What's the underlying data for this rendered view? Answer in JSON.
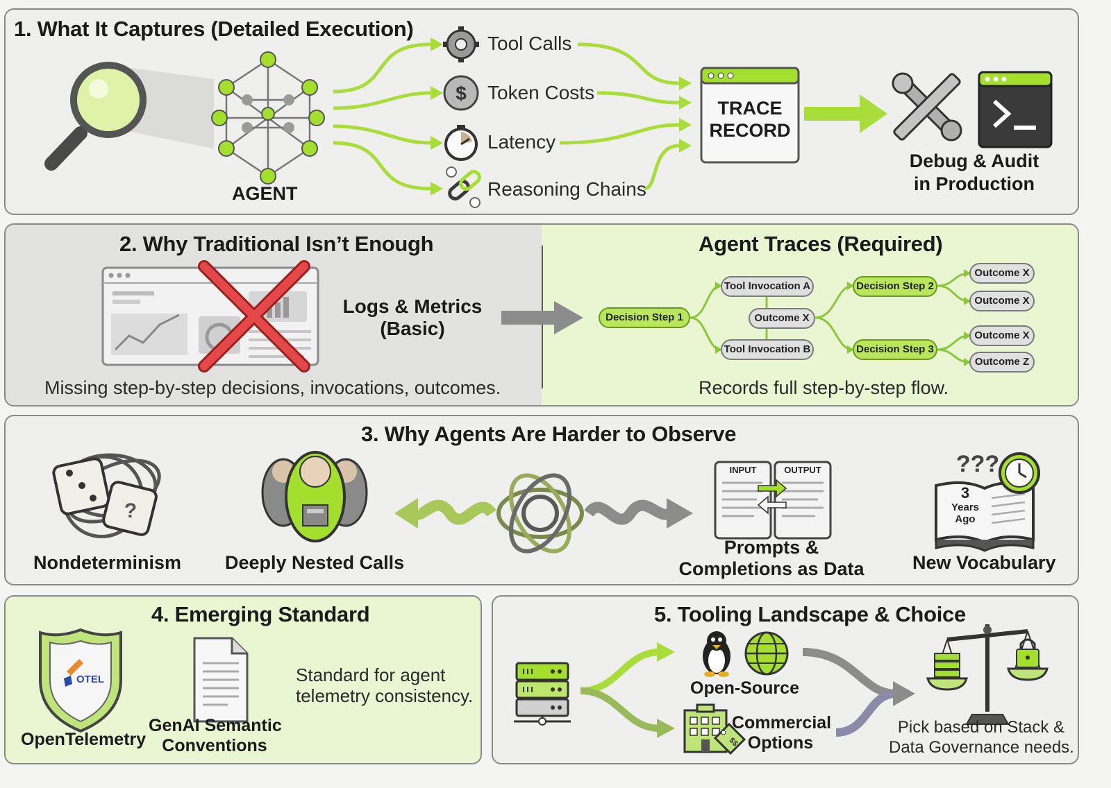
{
  "colors": {
    "accent_green": "#9fdc2c",
    "light_green_bg": "#eaf6d2",
    "panel_gray": "#efefee",
    "dark_gray": "#3a3a3a",
    "arrow_gray": "#8c8c8c"
  },
  "section1": {
    "title": "1. What It Captures (Detailed Execution)",
    "agent_label": "AGENT",
    "items": [
      "Tool Calls",
      "Token Costs",
      "Latency",
      "Reasoning Chains"
    ],
    "trace_line1": "TRACE",
    "trace_line2": "RECORD",
    "debug_line1": "Debug & Audit",
    "debug_line2": "in Production",
    "icons": [
      "magnifier-icon",
      "neural-network-icon",
      "gear-icon",
      "dollar-coin-icon",
      "stopwatch-icon",
      "chain-link-icon",
      "wrench-icon",
      "terminal-icon"
    ]
  },
  "section2": {
    "title_left": "2. Why Traditional Isn’t Enough",
    "logs_line1": "Logs & Metrics",
    "logs_line2": "(Basic)",
    "missing": "Missing step-by-step decisions, invocations, outcomes.",
    "title_right": "Agent Traces (Required)",
    "records": "Records full step-by-step flow.",
    "tree": {
      "decision1": "Decision Step 1",
      "tool_a": "Tool Invocation A",
      "outcome_mid": "Outcome X",
      "tool_b": "Tool Invocation B",
      "decision2": "Decision Step 2",
      "decision3": "Decision Step 3",
      "out1": "Outcome X",
      "out2": "Outcome X",
      "out3": "Outcome X",
      "out4": "Outcome Z"
    }
  },
  "section3": {
    "title": "3. Why Agents Are Harder to Observe",
    "nondet": "Nondeterminism",
    "nested": "Deeply Nested Calls",
    "prompts_line1": "Prompts &",
    "prompts_line2": "Completions as Data",
    "input_tag": "INPUT",
    "output_tag": "OUTPUT",
    "vocab": "New Vocabulary",
    "qmarks": "???",
    "book_num": "3",
    "book_line1": "Years",
    "book_line2": "Ago",
    "dice_q": "?"
  },
  "section4": {
    "title": "4. Emerging Standard",
    "otel_badge": "OTEL",
    "otel": "OpenTelemetry",
    "genai_line1": "GenAI Semantic",
    "genai_line2": "Conventions",
    "standard_line1": "Standard for agent",
    "standard_line2": "telemetry consistency."
  },
  "section5": {
    "title": "5. Tooling Landscape & Choice",
    "open_source": "Open-Source",
    "commercial_line1": "Commercial",
    "commercial_line2": "Options",
    "price_tag": "$$",
    "pick_line1": "Pick based on Stack &",
    "pick_line2": "Data Governance needs."
  }
}
